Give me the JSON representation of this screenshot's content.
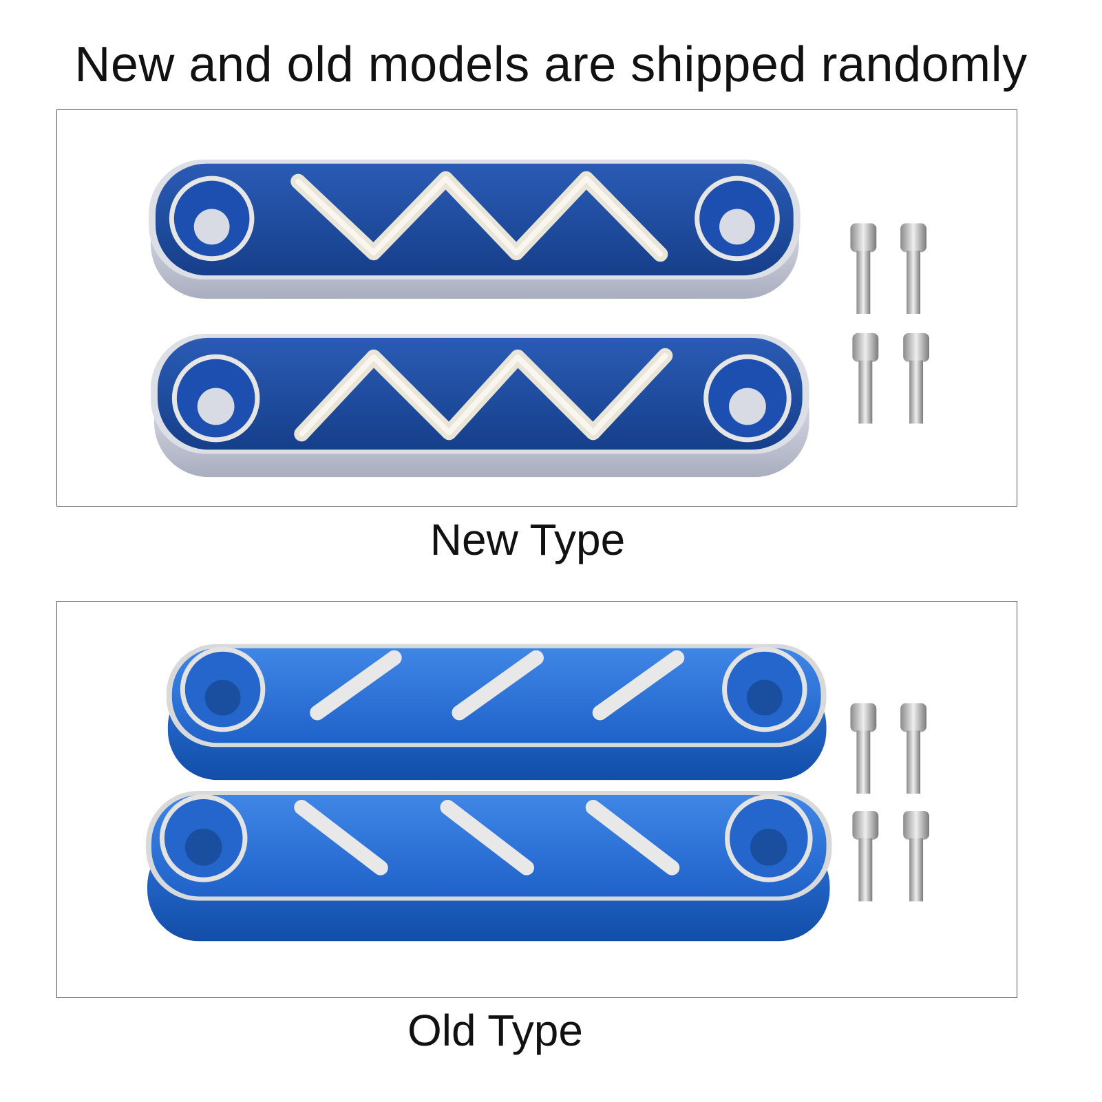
{
  "headline": "New and old models are shipped randomly",
  "panels": [
    {
      "caption": "New Type",
      "bar_color": "#1f4fa3",
      "pattern": "zigzag",
      "bracket_count": 2,
      "screw_count": 4
    },
    {
      "caption": "Old Type",
      "bar_color": "#2a6fd6",
      "pattern": "diagonal-slots",
      "bracket_count": 2,
      "screw_count": 4
    }
  ],
  "colors": {
    "silver": "#d9d9d9",
    "edge": "#b8b8b8"
  }
}
